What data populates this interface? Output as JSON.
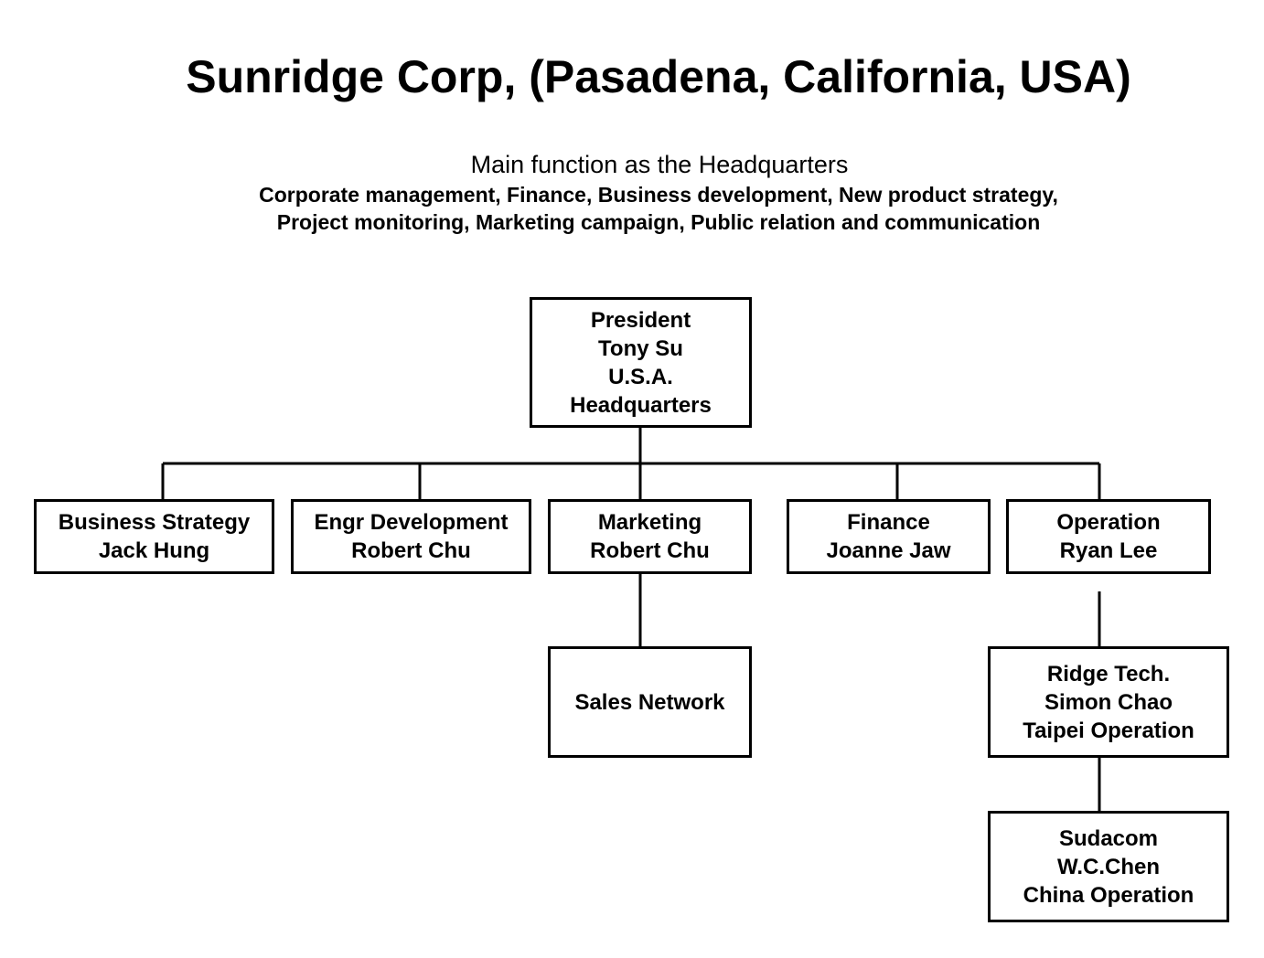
{
  "header": {
    "title": "Sunridge Corp, (Pasadena, California, USA)",
    "subtitle": "Main function as the Headquarters",
    "functions_line1": "Corporate management, Finance, Business development, New product strategy,",
    "functions_line2": "Project monitoring, Marketing campaign, Public relation and communication"
  },
  "org": {
    "president": {
      "role": "President",
      "name": "Tony Su",
      "country": "U.S.A.",
      "unit": "Headquarters"
    },
    "departments": [
      {
        "role": "Business Strategy",
        "name": "Jack Hung"
      },
      {
        "role": "Engr Development",
        "name": "Robert Chu"
      },
      {
        "role": "Marketing",
        "name": "Robert Chu"
      },
      {
        "role": "Finance",
        "name": "Joanne Jaw"
      },
      {
        "role": "Operation",
        "name": "Ryan Lee"
      }
    ],
    "sales_network": {
      "label": "Sales Network"
    },
    "ridge_tech": {
      "company": "Ridge Tech.",
      "name": "Simon Chao",
      "unit": "Taipei Operation"
    },
    "sudacom": {
      "company": "Sudacom",
      "name": "W.C.Chen",
      "unit": "China Operation"
    }
  }
}
